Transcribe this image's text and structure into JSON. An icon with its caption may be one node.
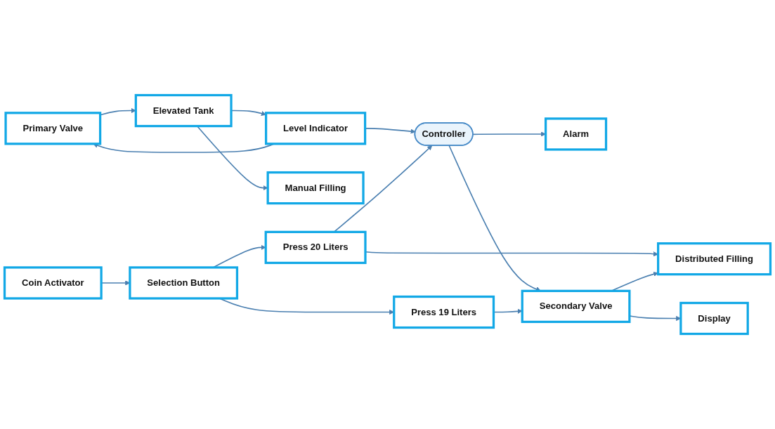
{
  "diagram": {
    "nodes": [
      {
        "text": [
          "Primary Valve"
        ]
      },
      {
        "text": [
          "Elevated Tank"
        ]
      },
      {
        "text": [
          "Level Indicator"
        ]
      },
      {
        "text": [
          "Alarm"
        ]
      },
      {
        "text": [
          "Manual Filling"
        ]
      },
      {
        "text": [
          "Controller"
        ]
      },
      {
        "text": [
          "Coin Activator"
        ]
      },
      {
        "text": [
          "Selection Button"
        ]
      },
      {
        "text": [
          "Press 19 Liters"
        ]
      },
      {
        "text": [
          "Secondary Valve"
        ]
      },
      {
        "text": [
          "Press 20 Liters"
        ]
      },
      {
        "text": [
          "Distributed Filling"
        ]
      },
      {
        "text": [
          "Display"
        ]
      }
    ],
    "edges": [
      {
        "from": 0,
        "to": 1,
        "arrow": "to"
      },
      {
        "from": 1,
        "to": 2,
        "arrow": "to"
      },
      {
        "from": 2,
        "to": 0,
        "arrow": "to"
      },
      {
        "from": 1,
        "to": 4,
        "arrow": "to"
      },
      {
        "from": 2,
        "to": 5,
        "arrow": "to"
      },
      {
        "from": 5,
        "to": 3,
        "arrow": "to"
      },
      {
        "from": 5,
        "to": 9,
        "arrow": "to"
      },
      {
        "from": 6,
        "to": 7,
        "arrow": "to"
      },
      {
        "from": 7,
        "to": 8,
        "arrow": "to"
      },
      {
        "from": 7,
        "to": 10,
        "arrow": "to"
      },
      {
        "from": 8,
        "to": 9,
        "arrow": "to"
      },
      {
        "from": 10,
        "to": 11,
        "arrow": "to"
      },
      {
        "from": 9,
        "to": 11,
        "arrow": "to"
      },
      {
        "from": 9,
        "to": 12,
        "arrow": "to"
      },
      {
        "from": 10,
        "to": 5,
        "arrow": "to"
      }
    ]
  }
}
